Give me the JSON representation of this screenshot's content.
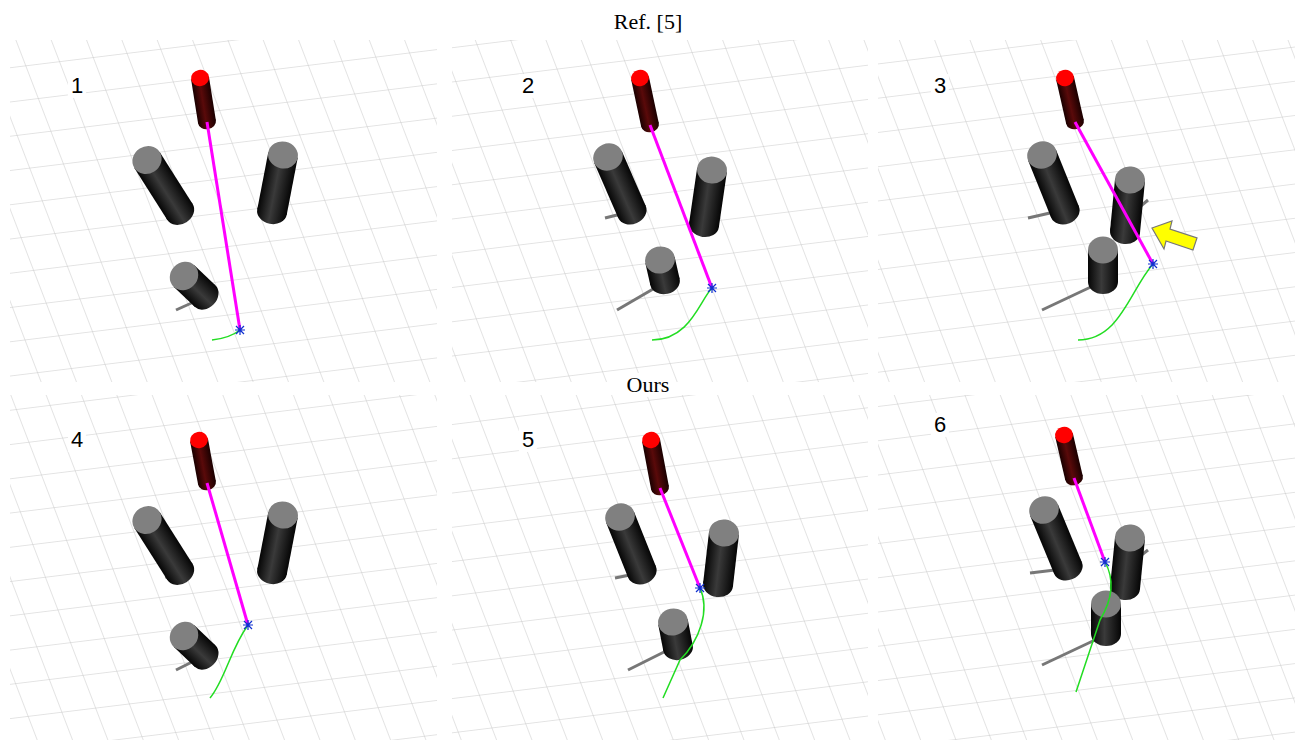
{
  "diagram": {
    "labels": [
      "Ref. [5]",
      "1",
      "2",
      "3",
      "Ours",
      "4",
      "5",
      "6"
    ]
  }
}
